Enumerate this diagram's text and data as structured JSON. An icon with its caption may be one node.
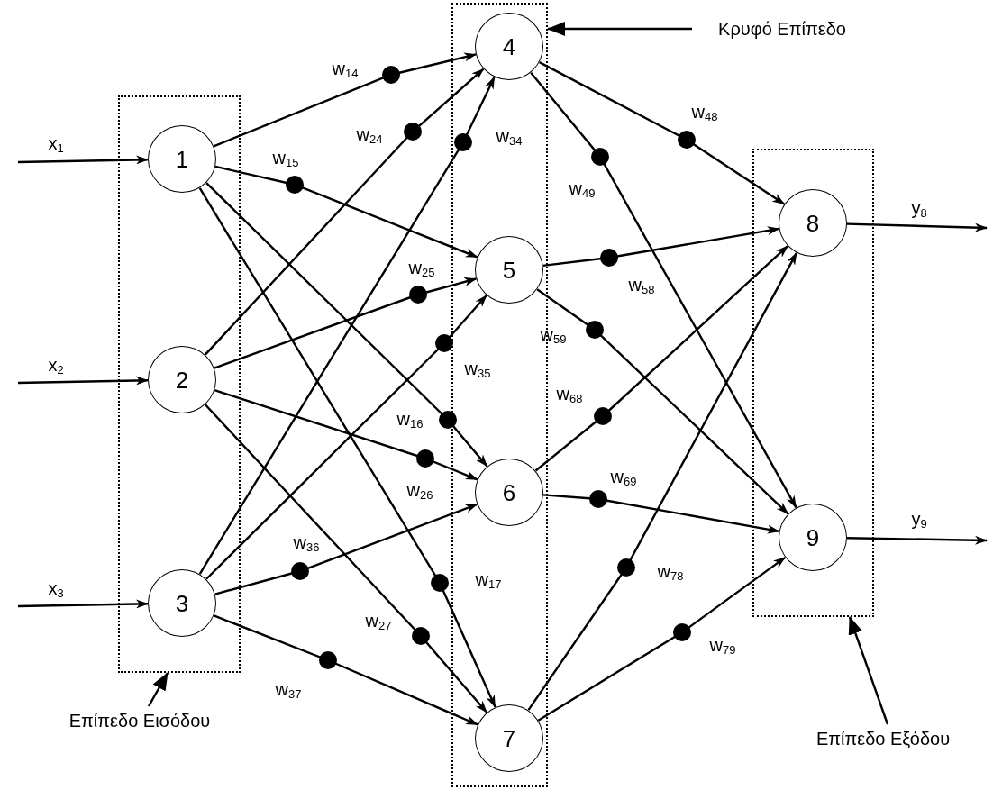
{
  "diagram": {
    "nodes": [
      {
        "text": [],
        "shape": "box"
      },
      {
        "text": [
          "1"
        ],
        "in": 0
      },
      {
        "text": [
          "2"
        ],
        "in": 0
      },
      {
        "text": [
          "3"
        ],
        "in": 0
      },
      {
        "text": [],
        "shape": "box"
      },
      {
        "text": [
          "4"
        ],
        "in": 4
      },
      {
        "text": [
          "5"
        ],
        "in": 4
      },
      {
        "text": [
          "6"
        ],
        "in": 4
      },
      {
        "text": [
          "7"
        ],
        "in": 4
      },
      {
        "text": [],
        "shape": "box"
      },
      {
        "text": [
          "8"
        ],
        "in": 9
      },
      {
        "text": [
          "9"
        ],
        "in": 9
      },
      {
        "text": [
          "Κρυφό Επίπεδο"
        ]
      },
      {
        "text": [
          "Επίπεδο Εισόδου"
        ]
      },
      {
        "text": [
          "Επίπεδο Εξόδου"
        ]
      }
    ],
    "edges": [
      {
        "from": null,
        "to": 1,
        "arrow": "to",
        "label": "x$_{1}$"
      },
      {
        "from": null,
        "to": 2,
        "arrow": "to",
        "label": "x$_{2}$"
      },
      {
        "from": null,
        "to": 3,
        "arrow": "to",
        "label": "x$_{3}$"
      },
      {
        "from": 1,
        "to": 5,
        "arrow": "to",
        "label": "w$_{14}$"
      },
      {
        "from": 2,
        "to": 5,
        "arrow": "to",
        "label": "w$_{24}$"
      },
      {
        "from": 3,
        "to": 5,
        "arrow": "to",
        "label": "w$_{34}$"
      },
      {
        "from": 1,
        "to": 6,
        "arrow": "to",
        "label": "w$_{15}$"
      },
      {
        "from": 2,
        "to": 6,
        "arrow": "to",
        "label": "w$_{25}$"
      },
      {
        "from": 3,
        "to": 6,
        "arrow": "to",
        "label": "w$_{35}$"
      },
      {
        "from": 1,
        "to": 7,
        "arrow": "to",
        "label": "w$_{16}$"
      },
      {
        "from": 2,
        "to": 7,
        "arrow": "to",
        "label": "w$_{26}$"
      },
      {
        "from": 3,
        "to": 7,
        "arrow": "to",
        "label": "w$_{36}$"
      },
      {
        "from": 1,
        "to": 8,
        "arrow": "to",
        "label": "w$_{17}$"
      },
      {
        "from": 2,
        "to": 8,
        "arrow": "to",
        "label": "w$_{27}$"
      },
      {
        "from": 3,
        "to": 8,
        "arrow": "to",
        "label": "w$_{37}$"
      },
      {
        "from": 5,
        "to": 10,
        "arrow": "to",
        "label": "w$_{48}$"
      },
      {
        "from": 5,
        "to": 11,
        "arrow": "to",
        "label": "w$_{49}$"
      },
      {
        "from": 6,
        "to": 10,
        "arrow": "to",
        "label": "w$_{58}$"
      },
      {
        "from": 6,
        "to": 11,
        "arrow": "to",
        "label": "w$_{59}$"
      },
      {
        "from": 7,
        "to": 10,
        "arrow": "to",
        "label": "w$_{68}$"
      },
      {
        "from": 7,
        "to": 11,
        "arrow": "to",
        "label": "w$_{69}$"
      },
      {
        "from": 8,
        "to": 10,
        "arrow": "to",
        "label": "w$_{78}$"
      },
      {
        "from": 8,
        "to": 11,
        "arrow": "to",
        "label": "w$_{79}$"
      },
      {
        "from": 10,
        "to": null,
        "arrow": "to",
        "label": "y$_{8}$"
      },
      {
        "from": 11,
        "to": null,
        "arrow": "to",
        "label": "y$_{9}$"
      },
      {
        "from": 12,
        "to": 4,
        "arrow": "to"
      },
      {
        "from": 13,
        "to": 0,
        "arrow": "to"
      },
      {
        "from": 14,
        "to": 9,
        "arrow": "to"
      }
    ]
  }
}
